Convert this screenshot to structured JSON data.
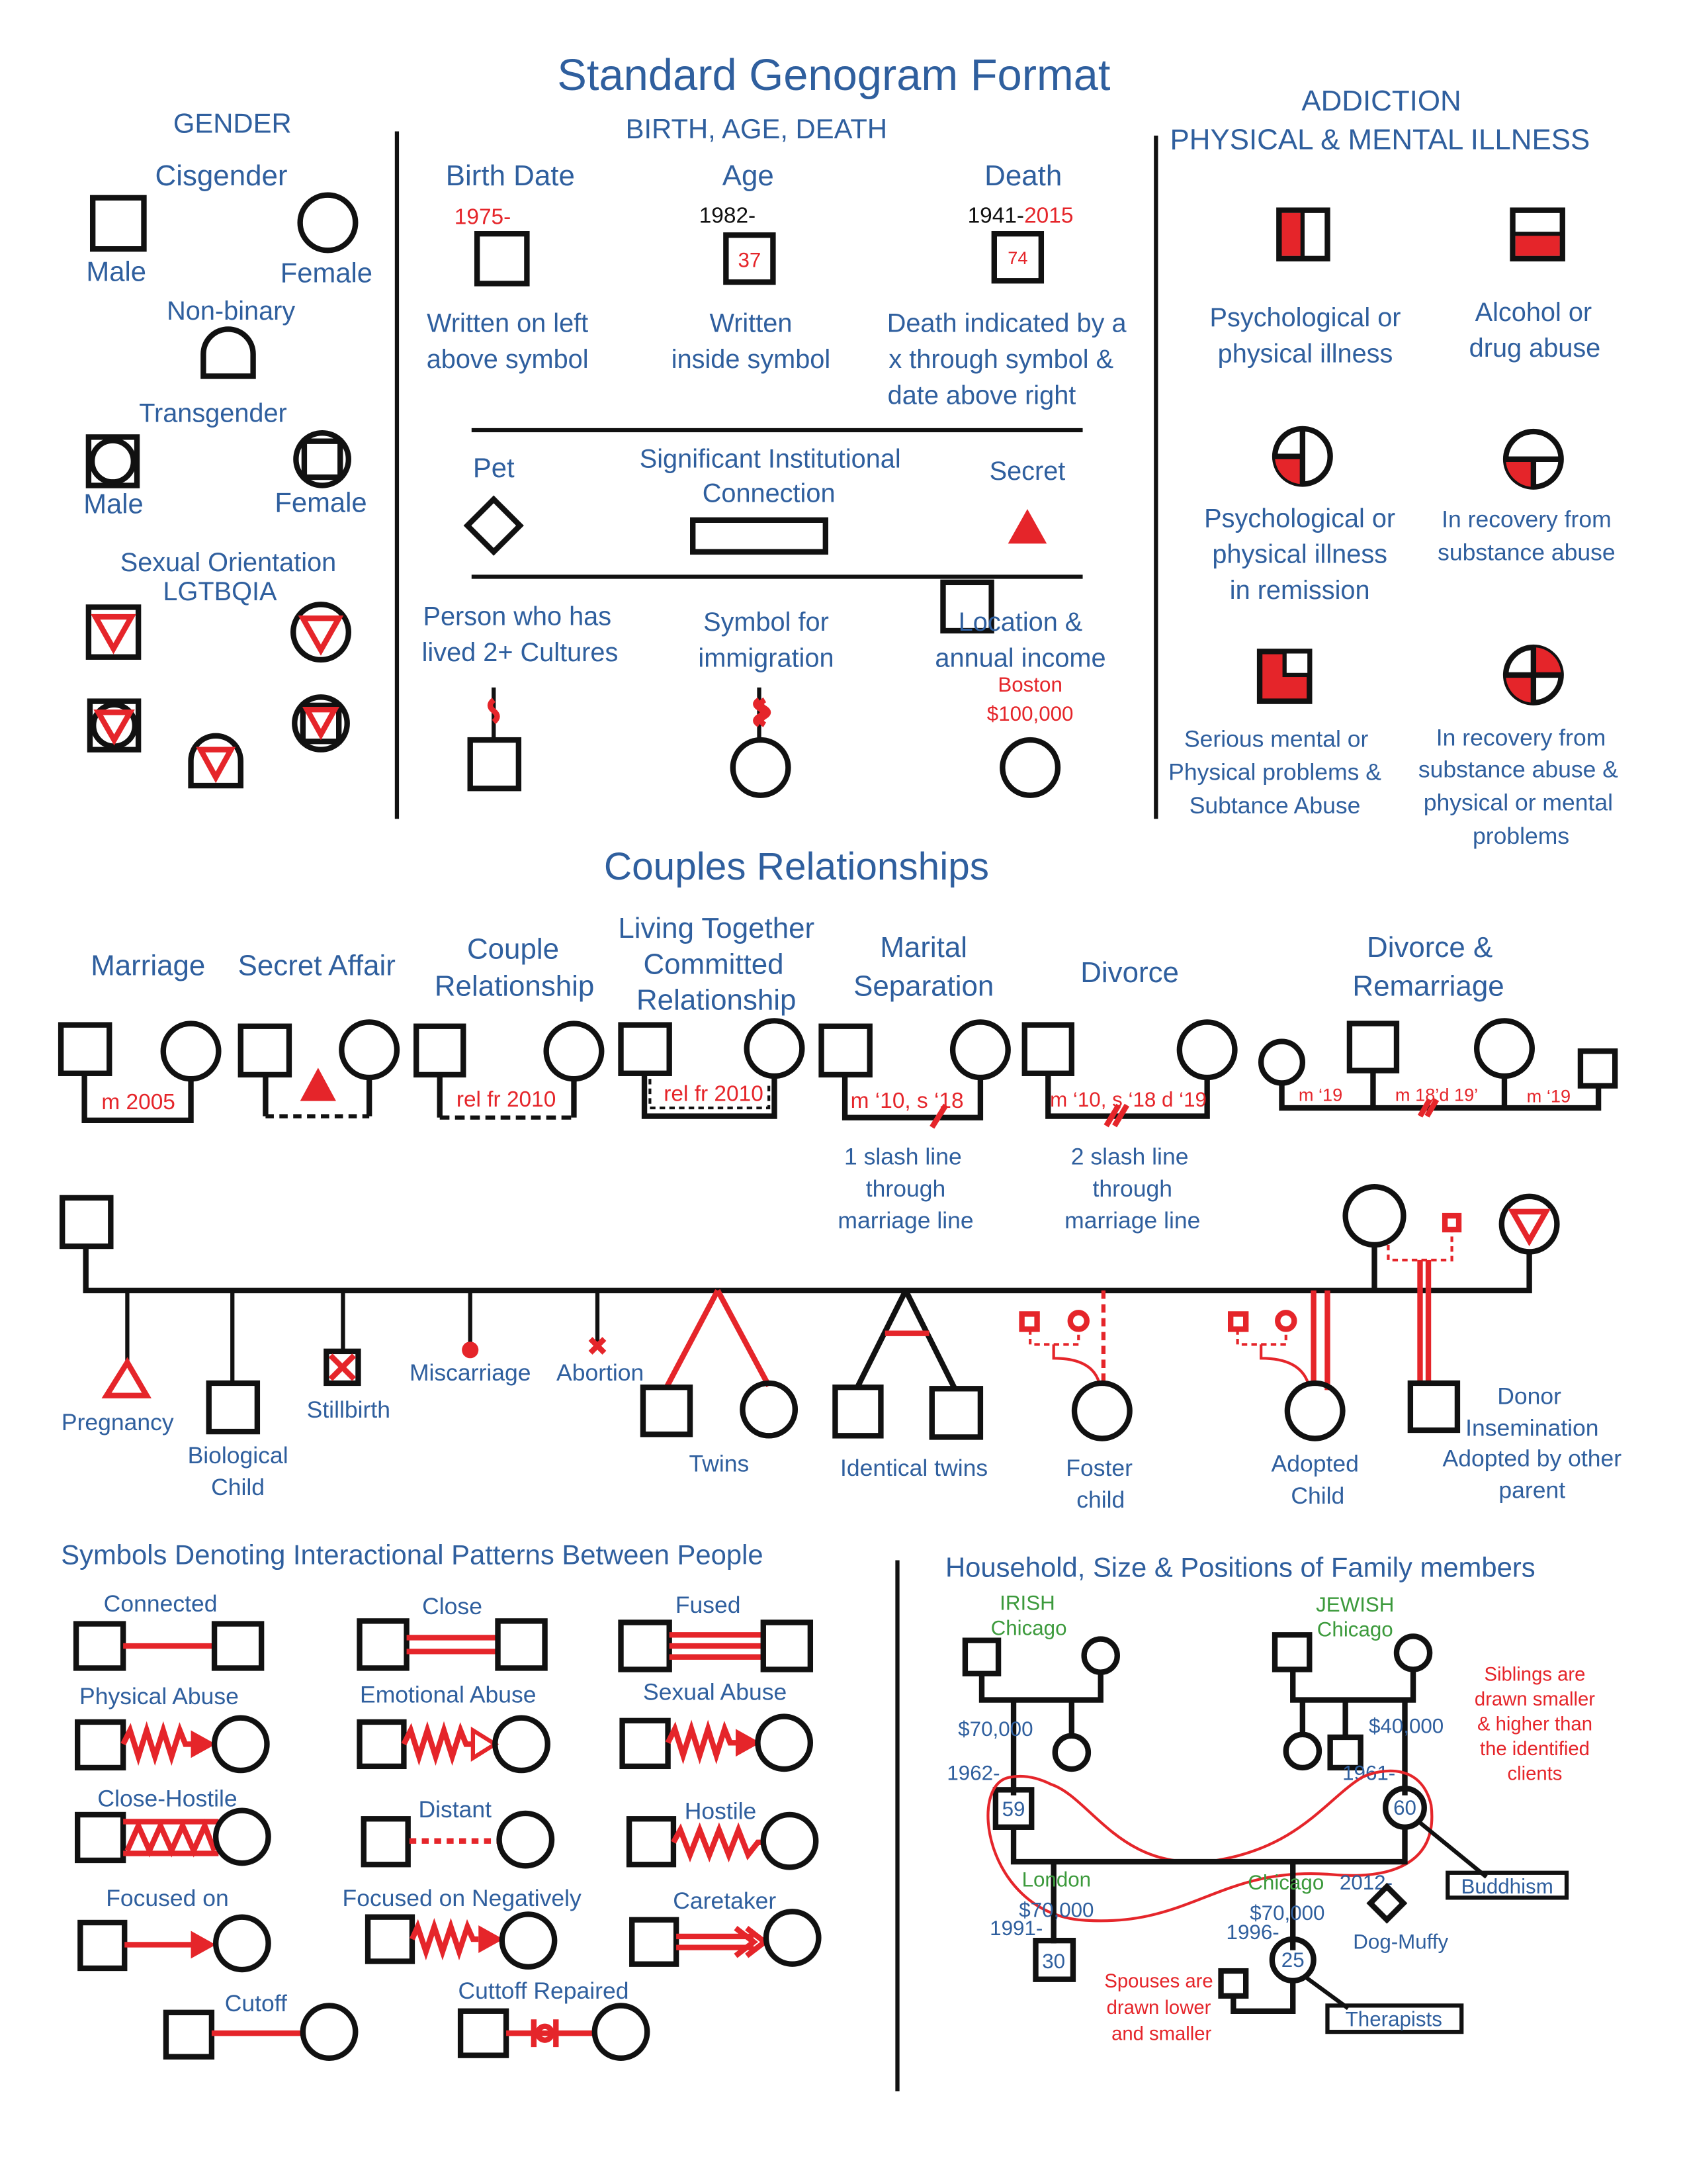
{
  "title": "Standard Genogram Format",
  "colors": {
    "blue": "#2f5f9e",
    "red": "#e5252a",
    "black": "#111111",
    "green": "#3c9a3c"
  },
  "gender": {
    "heading": "GENDER",
    "cisgender": "Cisgender",
    "male": "Male",
    "female": "Female",
    "nonbinary": "Non-binary",
    "transgender": "Transgender",
    "trans_male": "Male",
    "trans_female": "Female",
    "orientation_1": "Sexual Orientation",
    "orientation_2": "LGTBQIA"
  },
  "bad": {
    "heading": "BIRTH, AGE, DEATH",
    "birth_date": "Birth Date",
    "age": "Age",
    "death": "Death",
    "birth_year": "1975-",
    "age_birth": "1982-",
    "age_value": "37",
    "death_birth": "1941-",
    "death_year": "2015",
    "death_age": "74",
    "birth_desc_1": "Written on  left",
    "birth_desc_2": "above symbol",
    "age_desc_1": "Written",
    "age_desc_2": "inside  symbol",
    "death_desc_1": "Death indicated by a",
    "death_desc_2": "x through symbol &",
    "death_desc_3": "date above right",
    "pet": "Pet",
    "institution_1": "Significant Institutional",
    "institution_2": "Connection",
    "secret": "Secret",
    "cultures_1": "Person who has",
    "cultures_2": "lived 2+ Cultures",
    "immigration_1": "Symbol for",
    "immigration_2": "immigration",
    "location_1": "Location &",
    "location_2": "annual income",
    "location_city": "Boston",
    "location_income": "$100,000"
  },
  "illness": {
    "heading_1": "ADDICTION",
    "heading_2": "PHYSICAL & MENTAL ILLNESS",
    "psych_1": "Psychological or",
    "psych_2": "physical illness",
    "alcohol_1": "Alcohol or",
    "alcohol_2": "drug abuse",
    "remission_1": "Psychological or",
    "remission_2": "physical illness",
    "remission_3": "in remission",
    "recovery_1": "In recovery from",
    "recovery_2": "substance abuse",
    "serious_1": "Serious mental or",
    "serious_2": "Physical problems &",
    "serious_3": "Subtance Abuse",
    "recovery_all_1": "In recovery from",
    "recovery_all_2": "substance abuse &",
    "recovery_all_3": "physical or mental",
    "recovery_all_4": "problems"
  },
  "couples": {
    "heading": "Couples Relationships",
    "marriage": "Marriage",
    "affair": "Secret Affair",
    "couple_1": "Couple",
    "couple_2": "Relationship",
    "living_1": "Living Together",
    "living_2": "Committed",
    "living_3": "Relationship",
    "separation_1": "Marital",
    "separation_2": "Separation",
    "divorce": "Divorce",
    "remarriage_1": "Divorce &",
    "remarriage_2": "Remarriage",
    "m2005": "m 2005",
    "relfr": "rel fr 2010",
    "relfr2": "rel fr 2010",
    "sep_label": "m ‘10, s ‘18",
    "div_label": "m ‘10, s ‘18 d ‘19",
    "rem_m19a": "m ‘19",
    "rem_m18": "m 18’d 19’",
    "rem_m19b": "m ‘19",
    "slash1_1": "1 slash line",
    "slash1_2": "through",
    "slash1_3": "marriage  line",
    "slash2_1": "2 slash line",
    "slash2_2": "through",
    "slash2_3": "marriage  line"
  },
  "children": {
    "pregnancy": "Pregnancy",
    "bio_1": "Biological",
    "bio_2": "Child",
    "stillbirth": "Stillbirth",
    "miscarriage": "Miscarriage",
    "abortion": "Abortion",
    "twins": "Twins",
    "identical": "Identical twins",
    "foster_1": "Foster",
    "foster_2": "child",
    "adopted_1": "Adopted",
    "adopted_2": "Child",
    "donor_1": "Donor",
    "donor_2": "Insemination",
    "donor_3": "Adopted by  other",
    "donor_4": "parent"
  },
  "interaction": {
    "heading": "Symbols Denoting Interactional Patterns Between People",
    "connected": "Connected",
    "close": "Close",
    "fused": "Fused",
    "physical": "Physical Abuse",
    "emotional": "Emotional Abuse",
    "sexual": "Sexual Abuse",
    "close_hostile": "Close-Hostile",
    "distant": "Distant",
    "hostile": "Hostile",
    "focused": "Focused on",
    "focused_neg": "Focused on Negatively",
    "caretaker": "Caretaker",
    "cutoff": "Cutoff",
    "cutoff_repaired": "Cuttoff Repaired"
  },
  "household": {
    "heading": "Household, Size & Positions of Family members",
    "irish": "IRISH",
    "chicago1": "Chicago",
    "jewish": "JEWISH",
    "chicago2": "Chicago",
    "income1": "$70,000",
    "income2": "$40,000",
    "siblings_1": "Siblings are",
    "siblings_2": "drawn smaller",
    "siblings_3": "& higher than",
    "siblings_4": "the identified",
    "siblings_5": "clients",
    "y1962": "1962-",
    "y1961": "1961-",
    "age59": "59",
    "age60": "60",
    "buddhism": "Buddhism",
    "london": "London",
    "chicago3": "Chicago",
    "y2012": "2012-",
    "income3": "$70,000",
    "income4": "$70,000",
    "y1991": "1991-",
    "y1996": "1996-",
    "age30": "30",
    "age25": "25",
    "dog": "Dog-Muffy",
    "spouses_1": "Spouses are",
    "spouses_2": "drawn lower",
    "spouses_3": "and smaller",
    "therapists": "Therapists"
  }
}
